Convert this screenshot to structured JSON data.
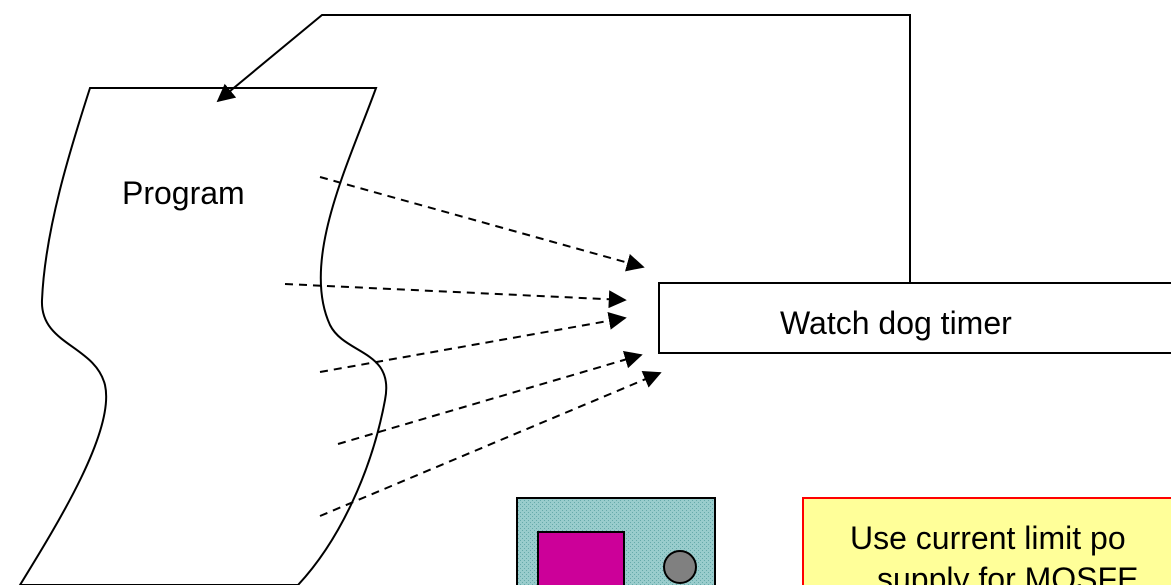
{
  "diagram": {
    "program_label": "Program",
    "watchdog_label": "Watch dog timer",
    "note": {
      "line1": "Use current limit po",
      "line2": "supply for MOSFE"
    }
  },
  "colors": {
    "stroke": "#000000",
    "background": "#ffffff",
    "note_fill": "#ffff99",
    "note_border": "#ff0000",
    "device_fill": "#99cccc",
    "device_screen": "#cc0099",
    "device_knob": "#808080"
  },
  "icons": {
    "device": "oscilloscope-device-icon"
  }
}
